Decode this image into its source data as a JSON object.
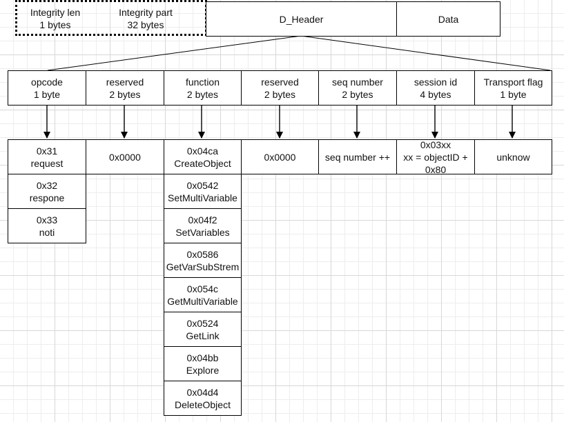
{
  "top_row": {
    "integrity_len": "Integrity len\n1 bytes",
    "integrity_part": "Integrity part\n32 bytes",
    "d_header": "D_Header",
    "data": "Data"
  },
  "header_fields": [
    {
      "id": "opcode",
      "label": "opcode\n1 byte"
    },
    {
      "id": "reserved-1",
      "label": "reserved\n2 bytes"
    },
    {
      "id": "function",
      "label": "function\n2 bytes"
    },
    {
      "id": "reserved-2",
      "label": "reserved\n2 bytes"
    },
    {
      "id": "seq-number",
      "label": "seq number\n2 bytes"
    },
    {
      "id": "session-id",
      "label": "session id\n4 bytes"
    },
    {
      "id": "transport-flag",
      "label": "Transport flag\n1 byte"
    }
  ],
  "opcode_values": [
    "0x31\nrequest",
    "0x32\nrespone",
    "0x33\nnoti"
  ],
  "reserved1_value": "0x0000",
  "function_values": [
    "0x04ca\nCreateObject",
    "0x0542\nSetMultiVariable",
    "0x04f2\nSetVariables",
    "0x0586\nGetVarSubStrem",
    "0x054c\nGetMultiVariable",
    "0x0524\nGetLink",
    "0x04bb\nExplore",
    "0x04d4\nDeleteObject"
  ],
  "reserved2_value": "0x0000",
  "seq_number_value": "seq number ++",
  "session_id_value": "0x03xx\nxx = objectID +\n0x80",
  "transport_flag_value": "unknow"
}
